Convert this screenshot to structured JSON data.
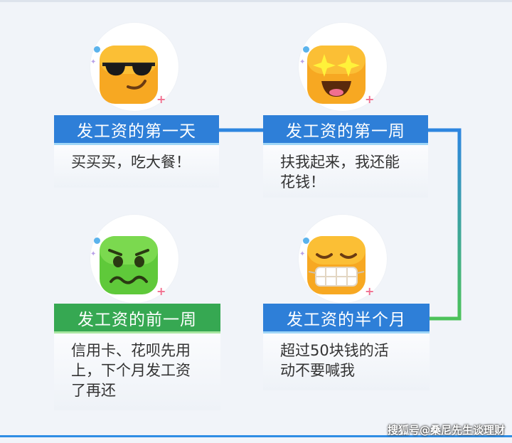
{
  "stages": [
    {
      "title": "发工资的第一天",
      "lines": [
        "买买买，吃大餐！"
      ],
      "emoji": "sunglasses-emoji-icon",
      "theme": "blue"
    },
    {
      "title": "发工资的第一周",
      "lines": [
        "扶我起来，我还能",
        "花钱！"
      ],
      "emoji": "star-eyes-emoji-icon",
      "theme": "blue"
    },
    {
      "title": "发工资的半个月",
      "lines": [
        "超过50块钱的活",
        "动不要喊我"
      ],
      "emoji": "masked-face-emoji-icon",
      "theme": "blue"
    },
    {
      "title": "发工资的前一周",
      "lines": [
        "信用卡、花呗先用",
        "上，下个月发工资",
        "了再还"
      ],
      "emoji": "nauseated-face-emoji-icon",
      "theme": "green"
    }
  ],
  "watermark": "搜狐号@桑尼先生谈理财",
  "colors": {
    "blue_header": "#2e7fd8",
    "green_header": "#36a852",
    "emoji_orange": "#f7a822",
    "emoji_green": "#5fc93a",
    "background": "#f1f4f9"
  }
}
